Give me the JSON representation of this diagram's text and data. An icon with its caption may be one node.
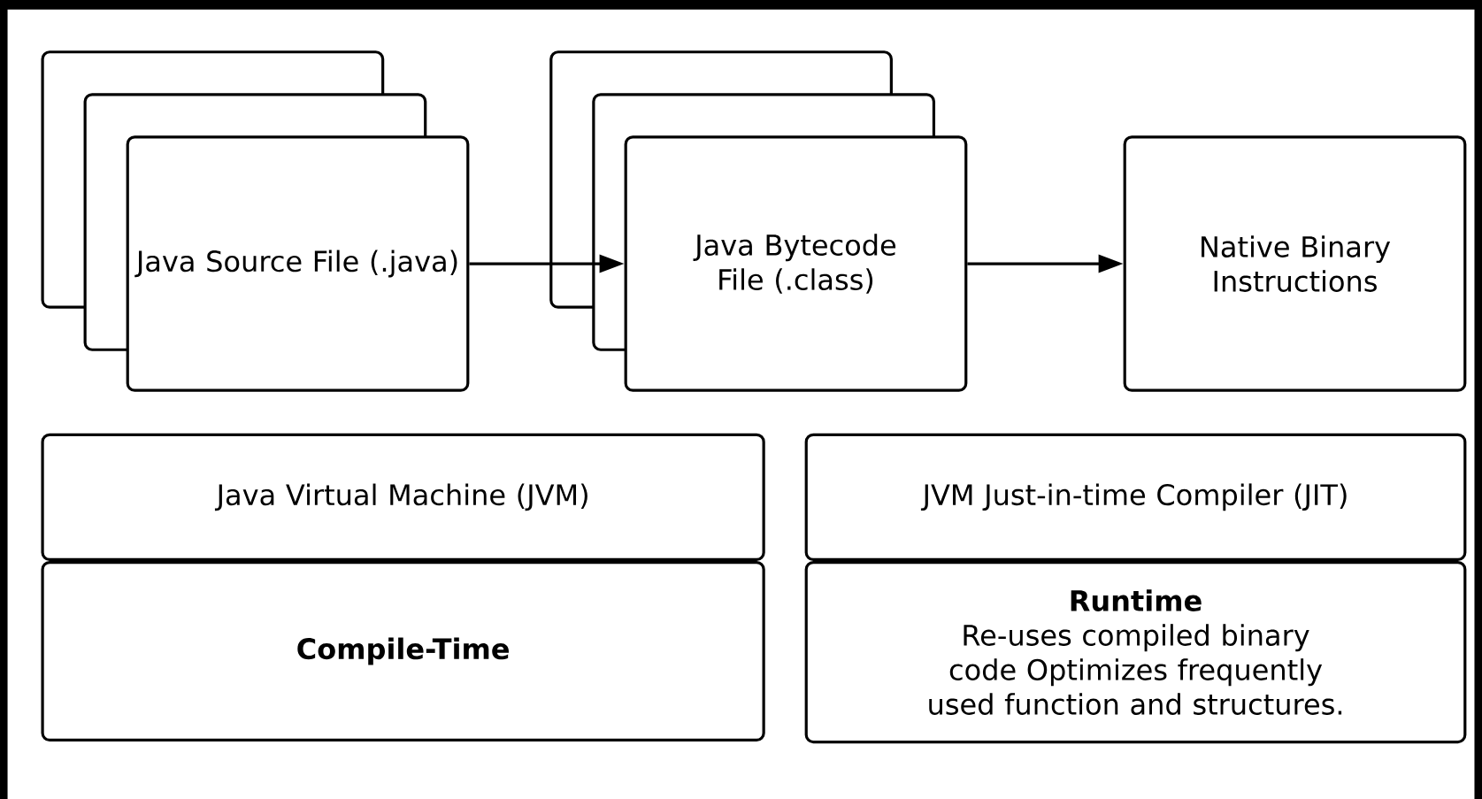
{
  "diagram": {
    "nodes": [
      {
        "text": [
          "Java Source File (.java)"
        ]
      },
      {
        "text": [
          "Java Bytecode File (.class)"
        ]
      },
      {
        "text": [
          "Native Binary Instructions"
        ]
      },
      {
        "text": [
          "Java Virtual Machine (JVM)"
        ]
      },
      {
        "text": [
          "JVM Just-in-time Compiler (JIT)"
        ]
      },
      {
        "text": [
          "Compile-Time"
        ]
      },
      {
        "text": [
          "Runtime",
          "Re-uses compiled binary code Optimizes frequently used function and structures."
        ]
      }
    ],
    "edges": [
      {
        "from": 0,
        "to": 1,
        "arrow": "to"
      },
      {
        "from": 1,
        "to": 2,
        "arrow": "to"
      }
    ]
  }
}
